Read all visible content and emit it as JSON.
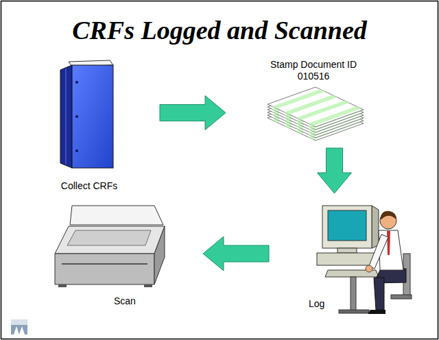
{
  "diagram": {
    "title": "CRFs Logged and Scanned",
    "nodes": [
      {
        "text": [
          "Collect CRFs"
        ]
      },
      {
        "text": [
          "Stamp Document ID 010516"
        ]
      },
      {
        "text": [
          "Log"
        ]
      },
      {
        "text": [
          "Scan"
        ]
      }
    ],
    "edges": [
      {
        "from": 0,
        "to": 1,
        "arrow": "to"
      },
      {
        "from": 1,
        "to": 2,
        "arrow": "to"
      },
      {
        "from": 2,
        "to": 3,
        "arrow": "to"
      }
    ]
  }
}
